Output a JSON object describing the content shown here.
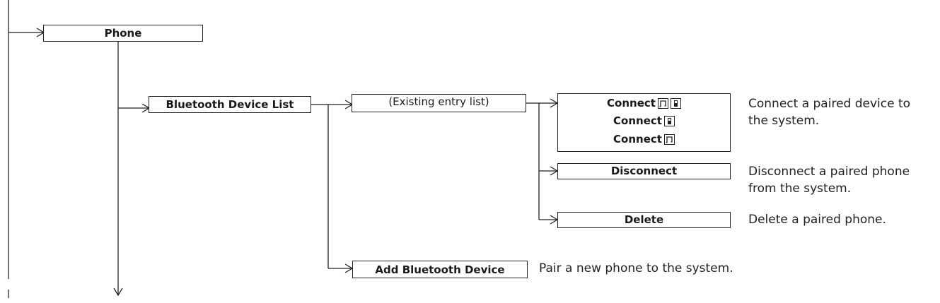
{
  "nodes": {
    "phone": "Phone",
    "bt_device_list": "Bluetooth Device List",
    "existing_entry_list": "(Existing entry list)",
    "connect_lines": [
      {
        "label": "Connect",
        "icons": [
          "music-icon",
          "phone-icon"
        ]
      },
      {
        "label": "Connect",
        "icons": [
          "phone-icon"
        ]
      },
      {
        "label": "Connect",
        "icons": [
          "music-icon"
        ]
      }
    ],
    "disconnect": "Disconnect",
    "delete": "Delete",
    "add_bt_device": "Add Bluetooth Device"
  },
  "descriptions": {
    "connect": [
      "Connect a paired device to",
      "the system."
    ],
    "disconnect": [
      "Disconnect a paired phone",
      "from the system."
    ],
    "delete": [
      "Delete a paired phone."
    ],
    "add": [
      "Pair a new phone to the system."
    ]
  }
}
